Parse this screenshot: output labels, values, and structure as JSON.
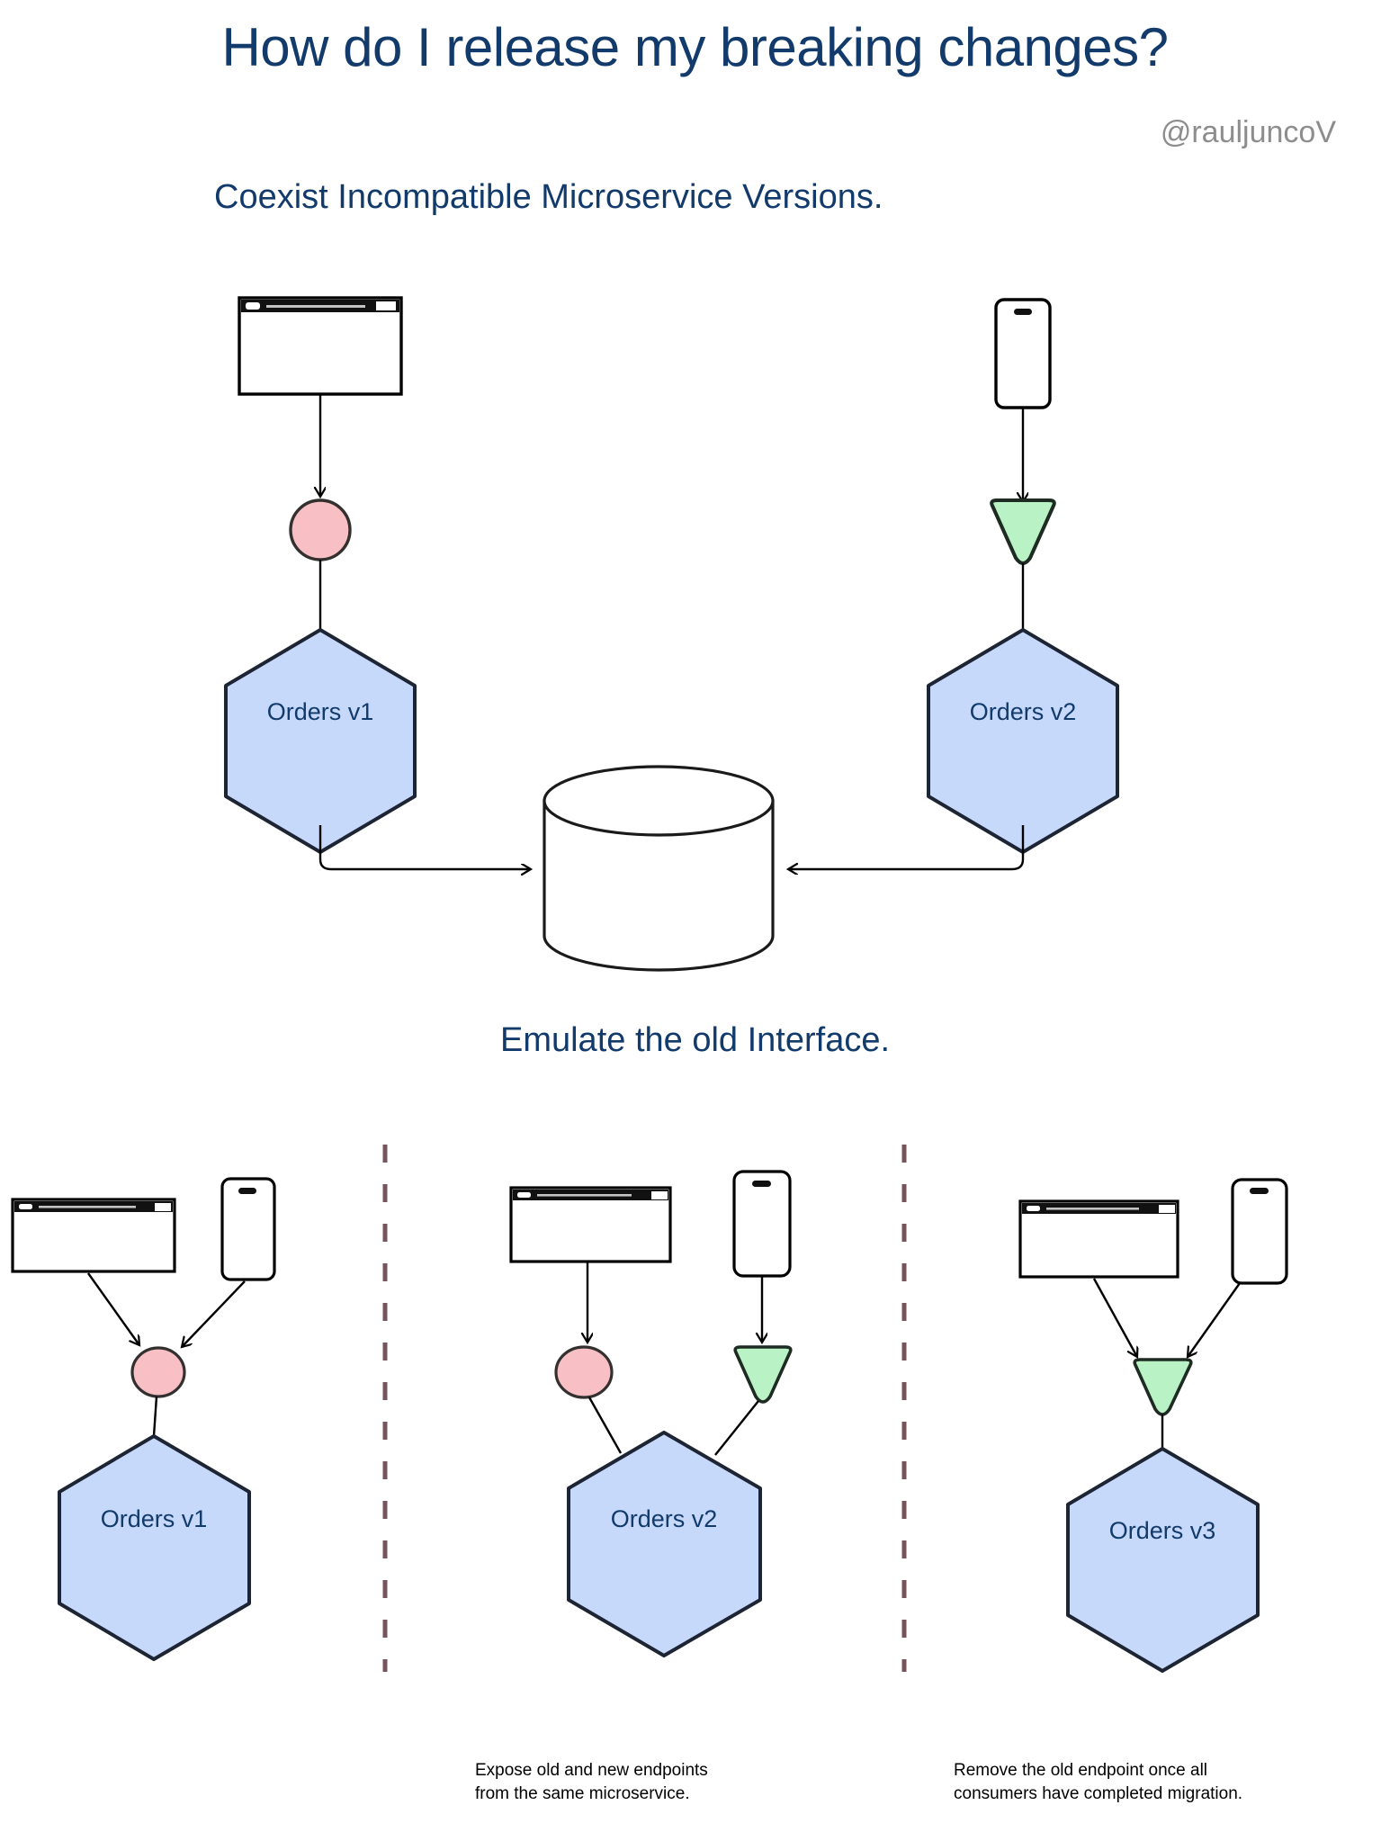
{
  "page": {
    "title": "How do I release my breaking changes?",
    "handle": "@rauljuncoV",
    "background": "#ffffff",
    "title_color": "#123a6b",
    "handle_color": "#8d8d8d"
  },
  "sections": [
    {
      "id": "coexist",
      "heading": "Coexist Incompatible Microservice Versions.",
      "nodes": {
        "left_service": "Orders v1",
        "right_service": "Orders v2",
        "left_endpoint_icon": "pink-circle-endpoint-icon",
        "right_endpoint_icon": "green-triangle-endpoint-icon",
        "left_client_icon": "browser-window-icon",
        "right_client_icon": "mobile-phone-icon",
        "datastore_icon": "database-cylinder-icon"
      }
    },
    {
      "id": "emulate",
      "heading": "Emulate the old Interface.",
      "panels": [
        {
          "id": "panel-1",
          "service": "Orders v1",
          "endpoints": [
            "pink-circle-endpoint-icon"
          ],
          "clients": [
            "browser-window-icon",
            "mobile-phone-icon"
          ],
          "caption": ""
        },
        {
          "id": "panel-2",
          "service": "Orders v2",
          "endpoints": [
            "pink-circle-endpoint-icon",
            "green-triangle-endpoint-icon"
          ],
          "clients": [
            "browser-window-icon",
            "mobile-phone-icon"
          ],
          "caption": "Expose old and new endpoints\nfrom the same microservice."
        },
        {
          "id": "panel-3",
          "service": "Orders v3",
          "endpoints": [
            "green-triangle-endpoint-icon"
          ],
          "clients": [
            "browser-window-icon",
            "mobile-phone-icon"
          ],
          "caption": "Remove the old endpoint once all\nconsumers have completed migration."
        }
      ]
    }
  ],
  "colors": {
    "hexagon_fill": "#c6d9fb",
    "hexagon_stroke": "#1d2433",
    "pink_fill": "#f8c0c4",
    "pink_stroke": "#33302f",
    "green_fill": "#b9f2c5",
    "green_stroke": "#1d2b22",
    "line": "#000000",
    "divider": "#76545c",
    "text_navy": "#123a6b",
    "caption_text": "#000000"
  }
}
